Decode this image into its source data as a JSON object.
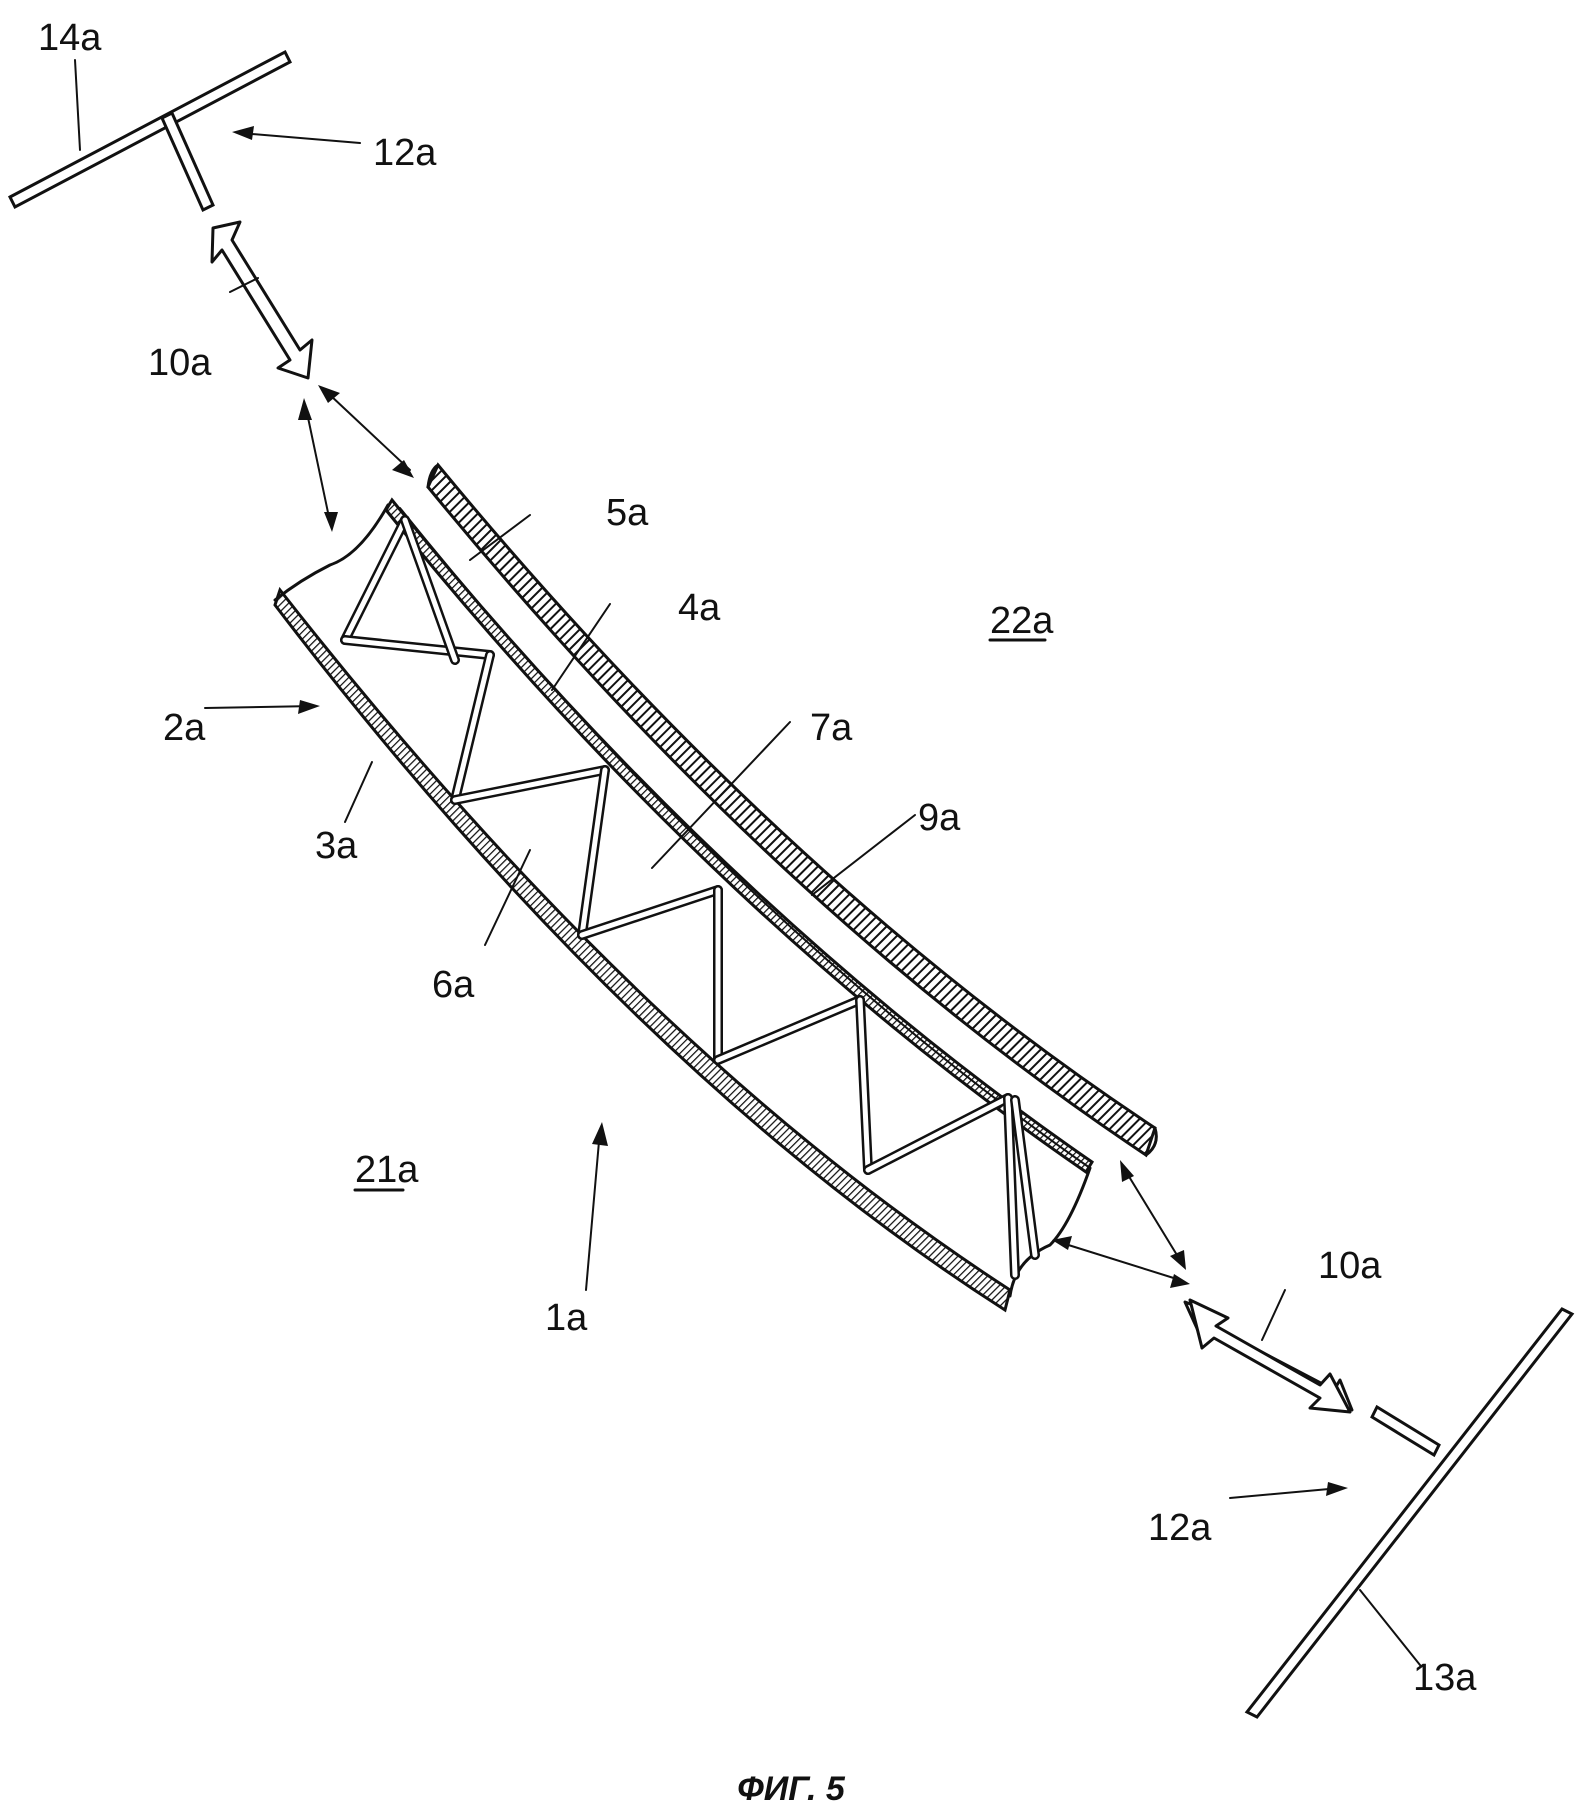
{
  "labels": {
    "l14a": "14a",
    "l12a_top": "12a",
    "l10a_top": "10a",
    "l5a": "5a",
    "l4a": "4a",
    "l22a": "22a",
    "l2a": "2a",
    "l7a": "7a",
    "l3a": "3a",
    "l9a": "9a",
    "l6a": "6a",
    "l21a": "21a",
    "l1a": "1a",
    "l10a_bottom": "10a",
    "l12a_bottom": "12a",
    "l13a": "13a"
  },
  "caption": "ФИГ. 5"
}
